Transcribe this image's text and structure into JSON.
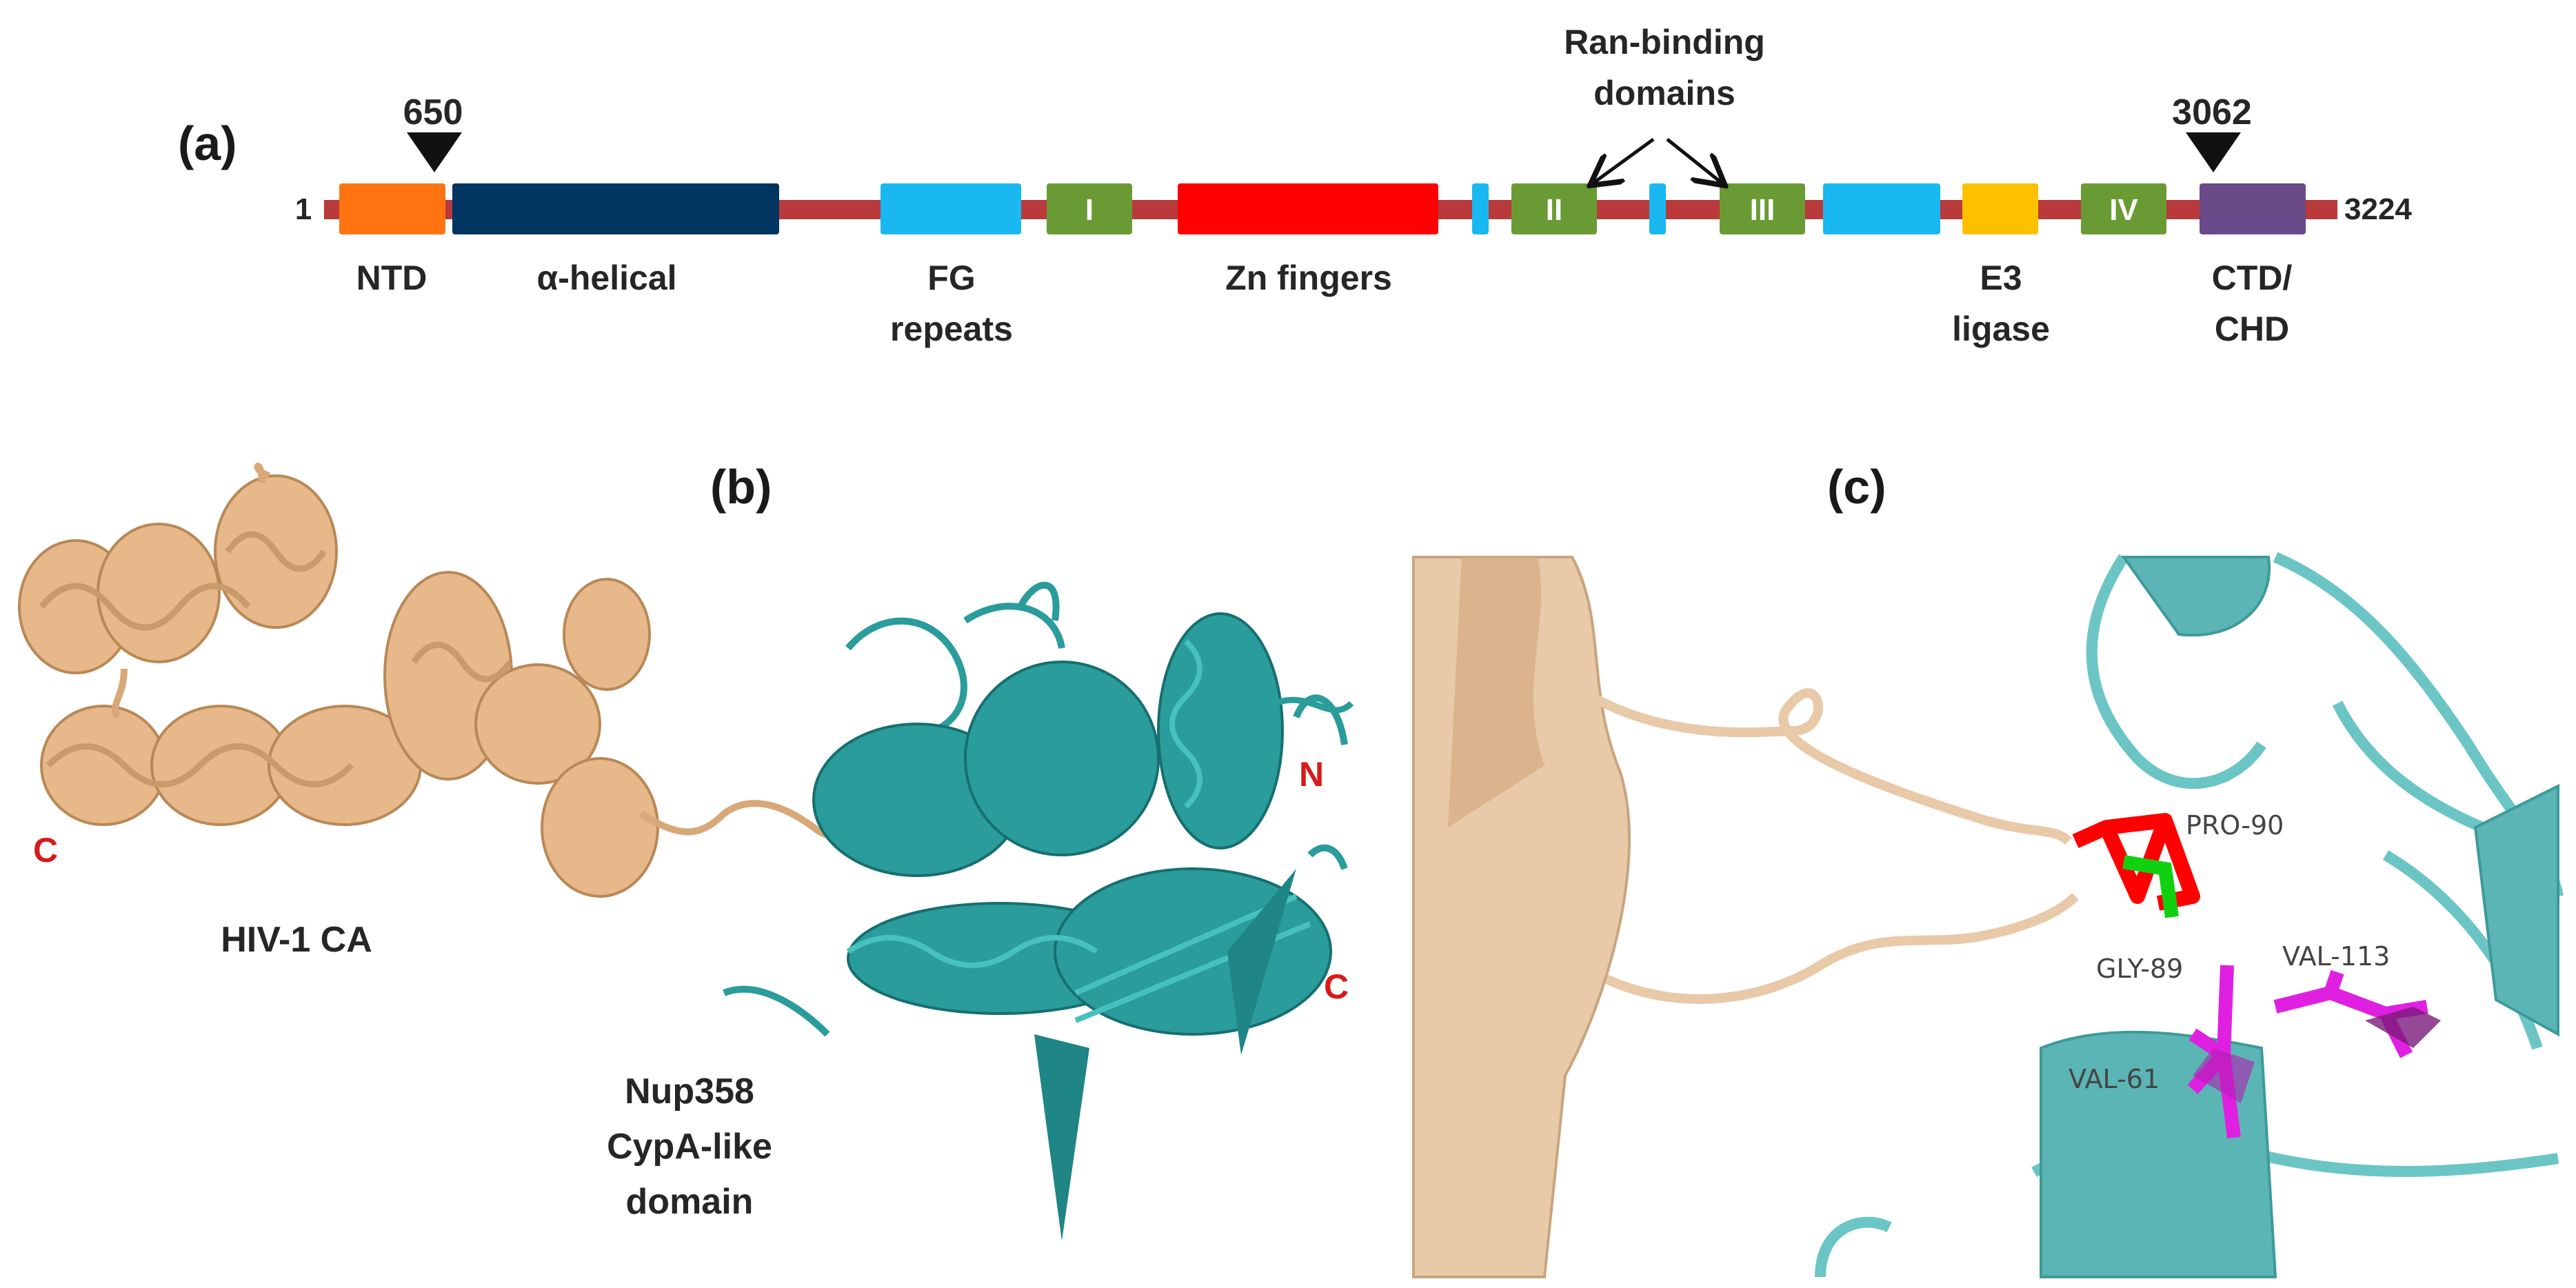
{
  "panel_a": {
    "label": "(a)",
    "start_label": "1",
    "end_label": "3224",
    "markers": [
      {
        "value": "650"
      },
      {
        "value": "3062"
      }
    ],
    "callout": {
      "line1": "Ran-binding",
      "line2": "domains"
    },
    "domains": [
      {
        "color": "#ff7410"
      },
      {
        "color": "#003461"
      },
      {
        "color": "#19b8f0"
      },
      {
        "color": "#6a9a34",
        "text": "I"
      },
      {
        "color": "#ff0000"
      },
      {
        "color": "#19b8f0"
      },
      {
        "color": "#6a9a34",
        "text": "II"
      },
      {
        "color": "#19b8f0"
      },
      {
        "color": "#6a9a34",
        "text": "III"
      },
      {
        "color": "#19b8f0"
      },
      {
        "color": "#ffc000"
      },
      {
        "color": "#6a9a34",
        "text": "IV"
      },
      {
        "color": "#6b4a8a"
      }
    ],
    "backbone_color": "#b83a3a",
    "domain_labels": {
      "ntd": "NTD",
      "helical": "α-helical",
      "fg_1": "FG",
      "fg_2": "repeats",
      "zn": "Zn fingers",
      "e3_1": "E3",
      "e3_2": "ligase",
      "ctd_1": "CTD/",
      "ctd_2": "CHD"
    }
  },
  "panel_b": {
    "label": "(b)",
    "ca_label": "HIV-1 CA",
    "ca_c_term": "C",
    "nup_label_1": "Nup358",
    "nup_label_2": "CypA-like",
    "nup_label_3": "domain",
    "nup_n_term": "N",
    "nup_c_term": "C",
    "colors": {
      "ca": "#e6b88a",
      "nup": "#2a9c9c"
    }
  },
  "panel_c": {
    "label": "(c)",
    "residues": {
      "pro90": "PRO-90",
      "gly89": "GLY-89",
      "val113": "VAL-113",
      "val61": "VAL-61"
    },
    "colors": {
      "pro": "#ff0000",
      "gly": "#10d010",
      "val": "#e020e0"
    }
  }
}
